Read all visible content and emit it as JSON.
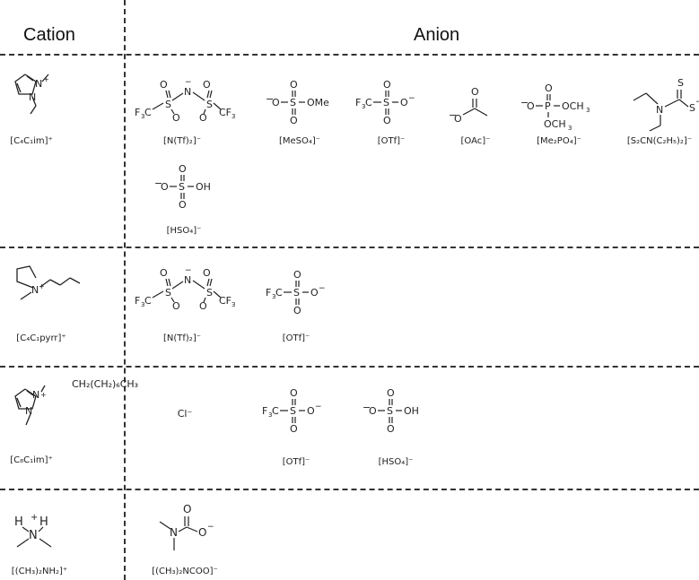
{
  "header": {
    "cation": "Cation",
    "anion": "Anion"
  },
  "rows": [
    {
      "cation": {
        "name": "[C₄C₁im]⁺",
        "structure": "1-butyl-3-methylimidazolium"
      },
      "anions": [
        {
          "name": "[N(Tf)₂]⁻"
        },
        {
          "name": "[MeSO₄]⁻"
        },
        {
          "name": "[OTf]⁻"
        },
        {
          "name": "[OAc]⁻"
        },
        {
          "name": "[Me₂PO₄]⁻"
        },
        {
          "name": "[S₂CN(C₂H₅)₂]⁻"
        },
        {
          "name": "[HSO₄]⁻"
        }
      ]
    },
    {
      "cation": {
        "name": "[C₄C₁pyrr]⁺",
        "structure": "1-butyl-1-methylpyrrolidinium"
      },
      "anions": [
        {
          "name": "[N(Tf)₂]⁻"
        },
        {
          "name": "[OTf]⁻"
        }
      ]
    },
    {
      "cation": {
        "name": "[C₈C₁im]⁺",
        "structure": "1-octyl-3-methylimidazolium",
        "chain_text": "CH₂(CH₂)₆CH₃"
      },
      "anions": [
        {
          "name": "Cl⁻"
        },
        {
          "name": "[OTf]⁻"
        },
        {
          "name": "[HSO₄]⁻"
        }
      ]
    },
    {
      "cation": {
        "name": "[(CH₃)₂NH₂]⁺",
        "structure": "dimethylammonium"
      },
      "anions": [
        {
          "name": "[(CH₃)₂NCOO]⁻"
        }
      ]
    }
  ]
}
